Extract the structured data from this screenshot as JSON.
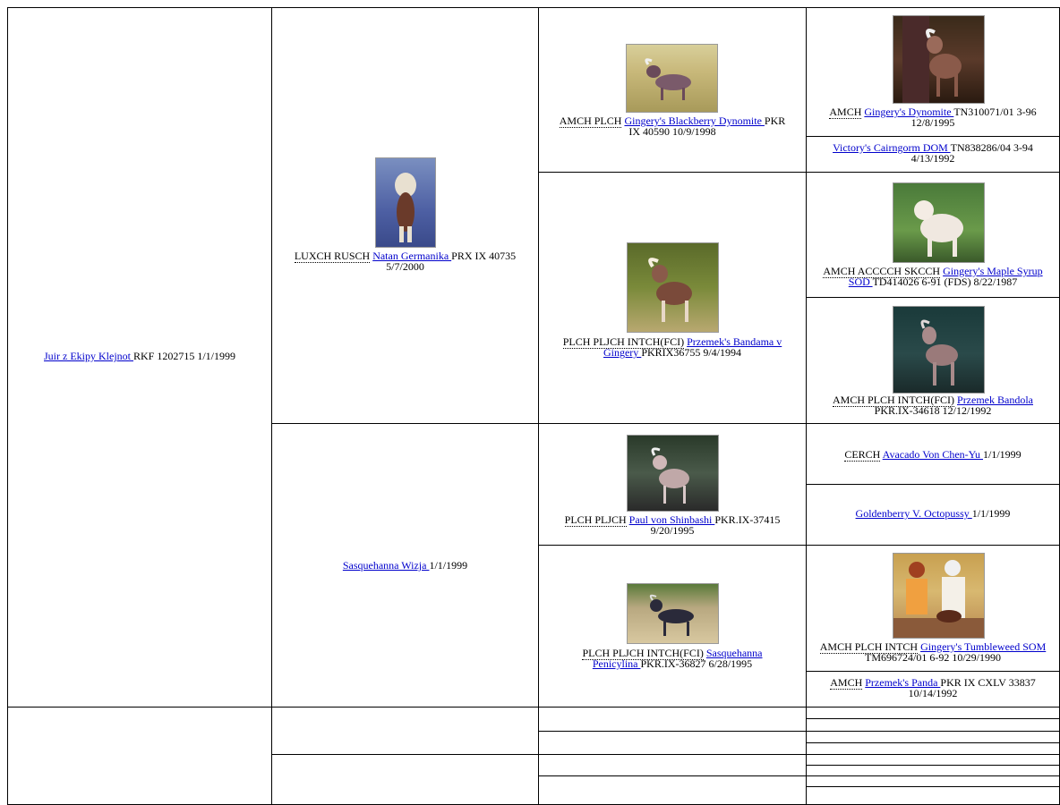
{
  "gen1": {
    "top": {
      "name": "Juir z Ekipy Klejnot ",
      "info": "RKF 1202715 1/1/1999"
    }
  },
  "gen2": {
    "sire": {
      "title": "LUXCH RUSCH",
      "name": "Natan Germanika ",
      "info_line1": "PRX IX 40735",
      "info_line2": "5/7/2000"
    },
    "dam": {
      "name": "Sasquehanna Wizja ",
      "info": "1/1/1999"
    }
  },
  "gen3": {
    "a": {
      "title": "AMCH PLCH",
      "name": "Gingery's Blackberry Dynomite ",
      "info_line1": "PKR",
      "info_line2": "IX 40590 10/9/1998"
    },
    "b": {
      "title": "PLCH PLJCH INTCH(FCI)",
      "name_line1": "Przemek's Bandama v",
      "name_line2": "Gingery ",
      "info": "PKRIX36755 9/4/1994"
    },
    "c": {
      "title": "PLCH PLJCH",
      "name": "Paul von Shinbashi ",
      "info_line1": "PKR.IX-37415",
      "info_line2": "9/20/1995"
    },
    "d": {
      "title": "PLCH PLJCH INTCH(FCI)",
      "name_line1": "Sasquehanna",
      "name_line2": "Penicylina ",
      "info": "PKR.IX-36827 6/28/1995"
    }
  },
  "gen4": {
    "a1": {
      "title": "AMCH",
      "name": "Gingery's Dynomite ",
      "info_line1": "TN310071/01 3-96",
      "info_line2": "12/8/1995"
    },
    "a2": {
      "name": "Victory's Cairngorm DOM ",
      "info_line1": "TN838286/04 3-94",
      "info_line2": "4/13/1992"
    },
    "b1": {
      "title": "AMCH ACCCCH SKCCH",
      "name_line1": "Gingery's Maple Syrup",
      "name_line2": "SOD ",
      "info": "TD414026 6-91 (FDS) 8/22/1987"
    },
    "b2": {
      "title": "AMCH PLCH INTCH(FCI)",
      "name": "Przemek Bandola",
      "info": "PKR.IX-34618 12/12/1992"
    },
    "c1": {
      "title": "CERCH",
      "name": "Avacado Von Chen-Yu ",
      "info": "1/1/1999"
    },
    "c2": {
      "name": "Goldenberry V. Octopussy ",
      "info": "1/1/1999"
    },
    "d1": {
      "title": "AMCH PLCH INTCH",
      "name": "Gingery's Tumbleweed SOM",
      "info": "TM696724/01 6-92 10/29/1990"
    },
    "d2": {
      "title": "AMCH",
      "name": "Przemek's Panda ",
      "info_line1": "PKR IX CXLV 33837",
      "info_line2": "10/14/1992"
    }
  },
  "colors": {
    "link": "#0000cc",
    "border": "#000000"
  },
  "icons": {
    "photos": [
      "dog-photo"
    ]
  }
}
